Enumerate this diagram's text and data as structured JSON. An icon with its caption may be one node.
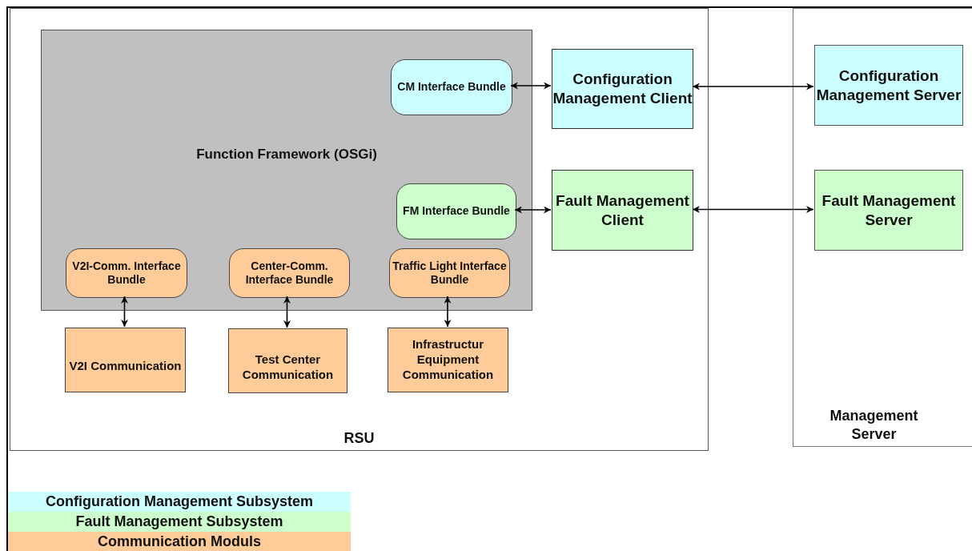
{
  "diagram": {
    "nodes": [
      {
        "text": [
          "RSU"
        ]
      },
      {
        "text": [
          "Function Framework (OSGi)"
        ],
        "in": 0
      },
      {
        "text": [
          "CM Interface Bundle"
        ],
        "in": 1
      },
      {
        "text": [
          "FM Interface Bundle"
        ],
        "in": 1
      },
      {
        "text": [
          "V2I-Comm. Interface Bundle"
        ],
        "in": 1
      },
      {
        "text": [
          "Center-Comm. Interface Bundle"
        ],
        "in": 1
      },
      {
        "text": [
          "Traffic Light Interface Bundle"
        ],
        "in": 1
      },
      {
        "text": [
          "Configuration Management Client"
        ],
        "in": 0
      },
      {
        "text": [
          "Fault Management Client"
        ],
        "in": 0
      },
      {
        "text": [
          "V2I Communication"
        ],
        "in": 0
      },
      {
        "text": [
          "Test Center Communication"
        ],
        "in": 0
      },
      {
        "text": [
          "Infrastructur Equipment Communication"
        ],
        "in": 0
      },
      {
        "text": [
          "Management Server"
        ]
      },
      {
        "text": [
          "Configuration Management Server"
        ],
        "in": 12
      },
      {
        "text": [
          "Fault Management Server"
        ],
        "in": 12
      }
    ],
    "edges": [
      {
        "from": 2,
        "to": 7,
        "arrow": "both"
      },
      {
        "from": 7,
        "to": 13,
        "arrow": "both"
      },
      {
        "from": 3,
        "to": 8,
        "arrow": "both"
      },
      {
        "from": 8,
        "to": 14,
        "arrow": "both"
      },
      {
        "from": 4,
        "to": 9,
        "arrow": "both"
      },
      {
        "from": 5,
        "to": 10,
        "arrow": "both"
      },
      {
        "from": 6,
        "to": 11,
        "arrow": "both"
      }
    ],
    "legend": [
      {
        "text": "Configuration Management Subsystem",
        "color": "#ccffff"
      },
      {
        "text": "Fault Management Subsystem",
        "color": "#ccffcc"
      },
      {
        "text": "Communication Moduls",
        "color": "#ffcc99"
      }
    ]
  }
}
